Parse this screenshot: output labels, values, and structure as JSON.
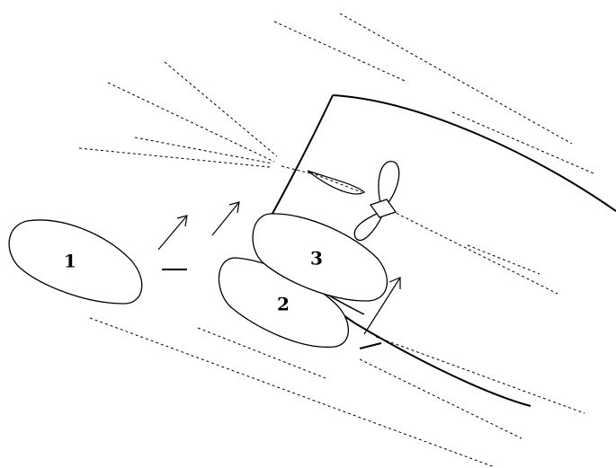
{
  "labels": {
    "tug_1": "1",
    "tug_2": "2",
    "tug_3": "3"
  },
  "icons": [
    "propeller-icon",
    "rudder-icon",
    "thrust-arrow-icon"
  ]
}
